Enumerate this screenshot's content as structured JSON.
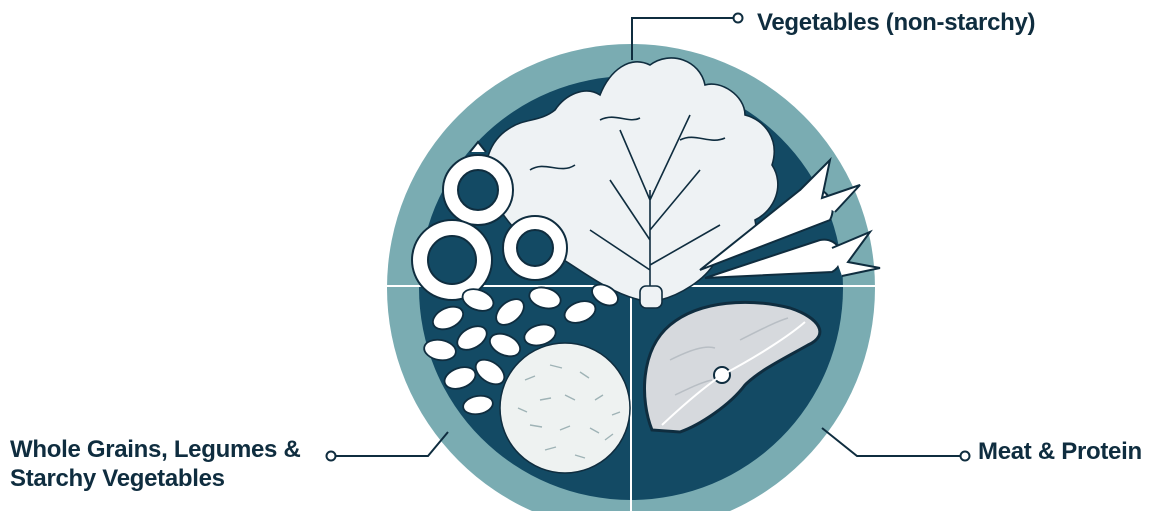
{
  "labels": {
    "vegetables": "Vegetables (non-starchy)",
    "grains_line1": "Whole Grains, Legumes &",
    "grains_line2": "Starchy Vegetables",
    "meat": "Meat & Protein"
  },
  "colors": {
    "plate_rim": "#7aacb2",
    "plate_inner": "#134a64",
    "ink": "#0f2d3f",
    "salmon": "#d6d9dd",
    "rice": "#eef2f1"
  },
  "icons": [
    "lettuce-icon",
    "tomato-icon",
    "carrot-icon",
    "beans-icon",
    "rice-icon",
    "salmon-steak-icon"
  ]
}
